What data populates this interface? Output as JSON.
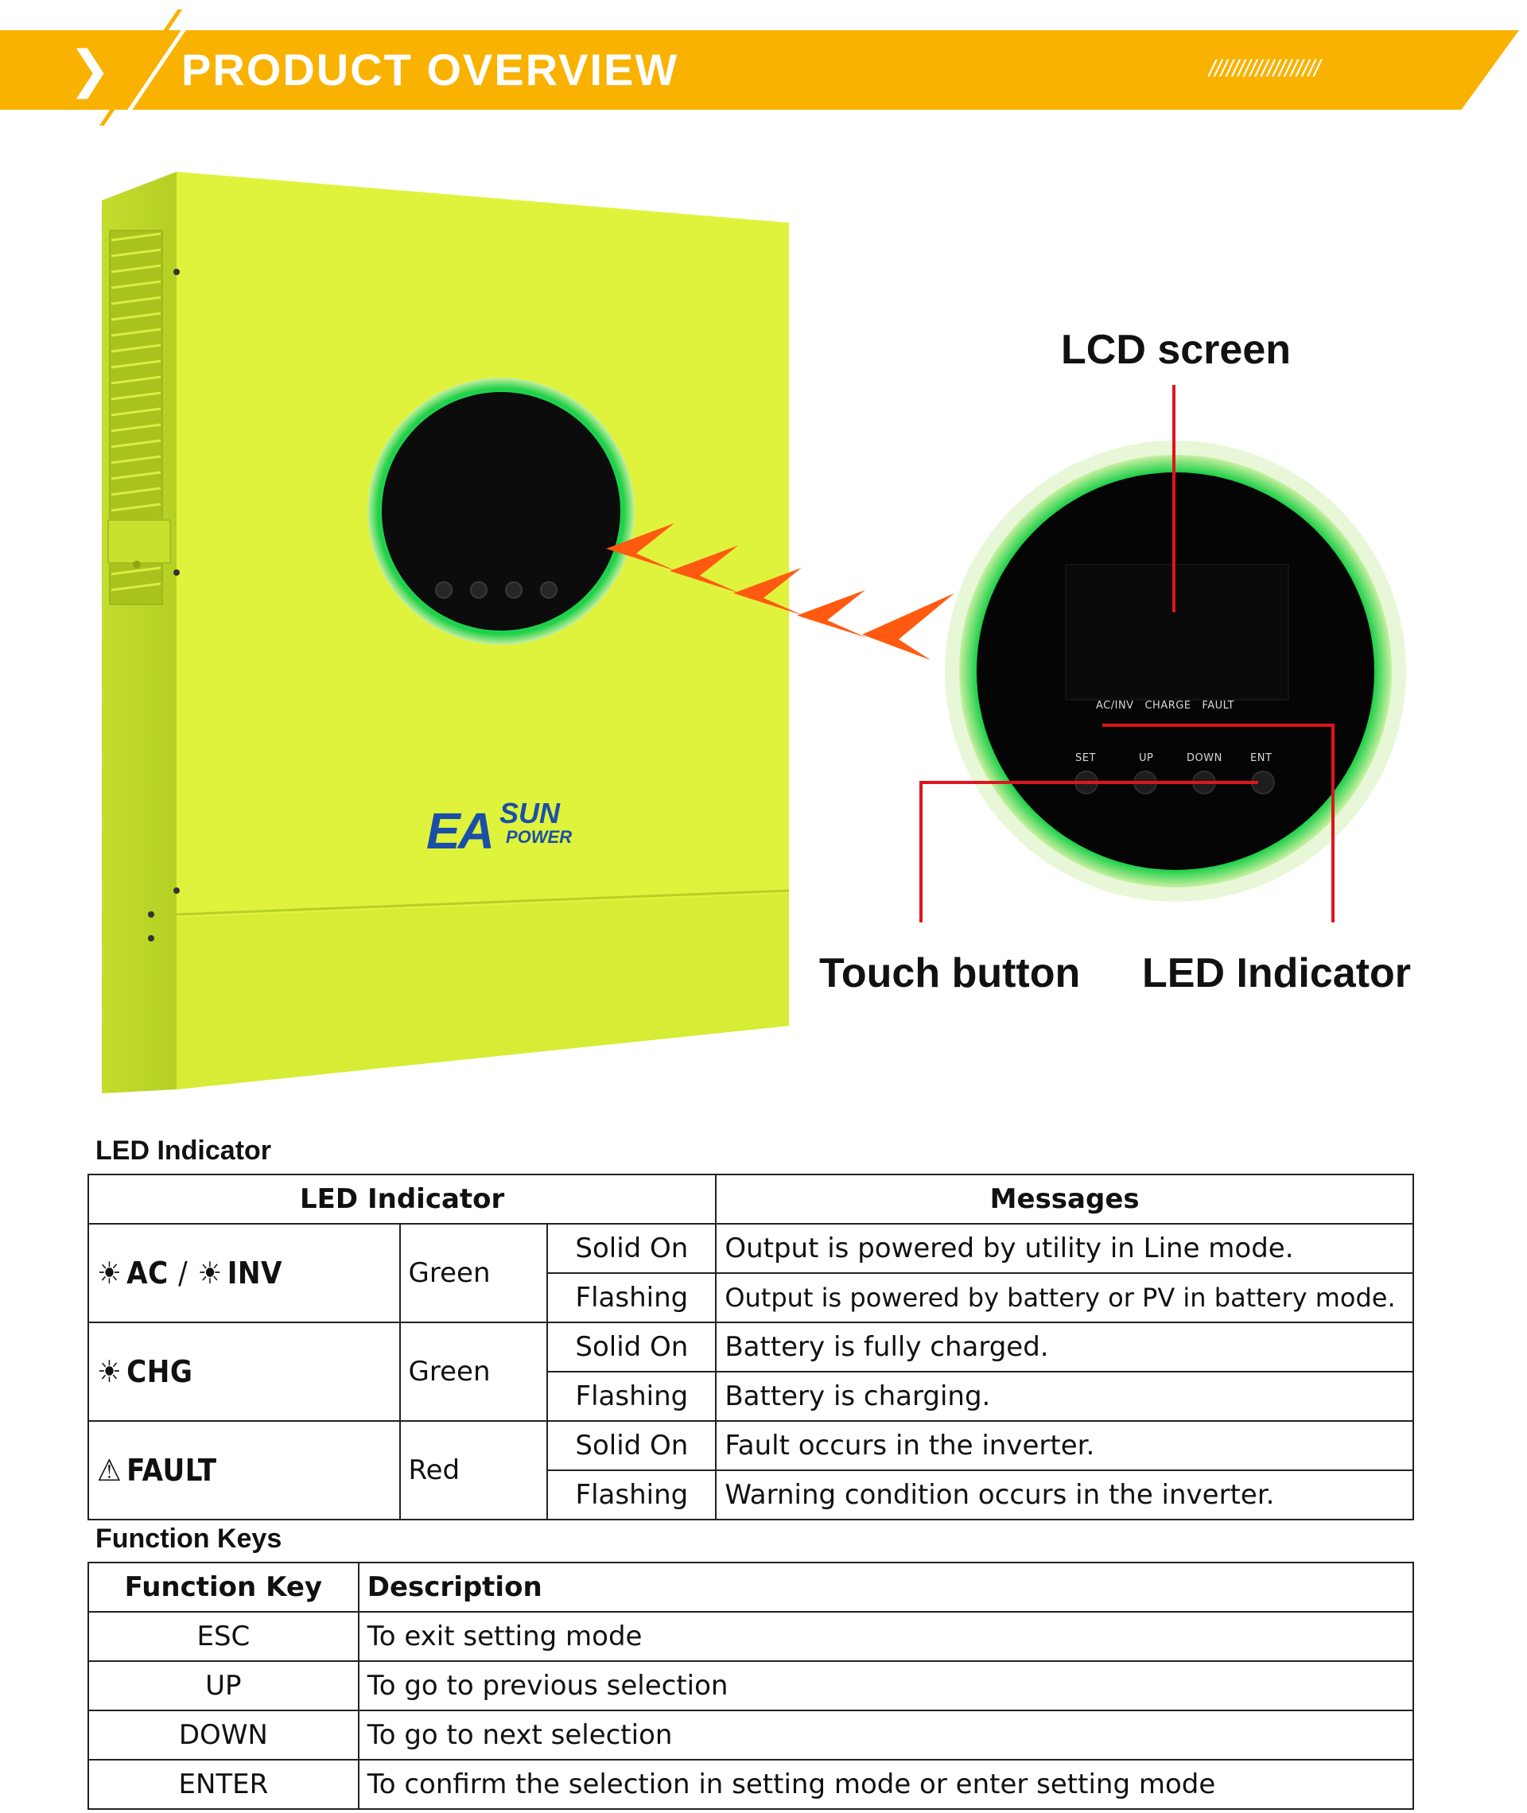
{
  "banner": {
    "title": "PRODUCT OVERVIEW",
    "chevron": "❯",
    "hatch": "///////////////////"
  },
  "product": {
    "brand_main": "EA",
    "brand_sun": "SUN",
    "brand_power": "POWER",
    "panel_labels": {
      "indicators": "AC/INV   CHARGE   FAULT",
      "keys": [
        "SET",
        "UP",
        "DOWN",
        "ENT"
      ]
    },
    "callouts": {
      "lcd": "LCD screen",
      "touch": "Touch button",
      "led": "LED Indicator"
    },
    "colors": {
      "body": "#d9f13a",
      "ring": "#27e05a",
      "arrow": "#ff5a10",
      "callout_line": "#e0141e"
    }
  },
  "led_section": {
    "heading": "LED Indicator",
    "headers": {
      "indicator": "LED Indicator",
      "messages": "Messages"
    },
    "rows": [
      {
        "icon1": "☀",
        "name1": "AC",
        "sep": "/",
        "icon2": "☀",
        "name2": "INV",
        "color": "Green",
        "states": [
          {
            "state": "Solid On",
            "message": "Output is powered by utility in Line mode."
          },
          {
            "state": "Flashing",
            "message": "Output is powered by battery or PV in battery mode."
          }
        ]
      },
      {
        "icon1": "☀",
        "name1": "CHG",
        "color": "Green",
        "states": [
          {
            "state": "Solid On",
            "message": "Battery is fully charged."
          },
          {
            "state": "Flashing",
            "message": "Battery is charging."
          }
        ]
      },
      {
        "icon1": "⚠",
        "name1": "FAULT",
        "color": "Red",
        "states": [
          {
            "state": "Solid On",
            "message": "Fault occurs in the inverter."
          },
          {
            "state": "Flashing",
            "message": "Warning condition occurs in the inverter."
          }
        ]
      }
    ]
  },
  "function_keys": {
    "heading": "Function Keys",
    "headers": {
      "key": "Function Key",
      "description": "Description"
    },
    "rows": [
      {
        "key": "ESC",
        "description": "To exit setting mode"
      },
      {
        "key": "UP",
        "description": "To go to previous selection"
      },
      {
        "key": "DOWN",
        "description": "To go to next selection"
      },
      {
        "key": "ENTER",
        "description": "To confirm the selection in setting mode or enter setting mode"
      }
    ]
  }
}
